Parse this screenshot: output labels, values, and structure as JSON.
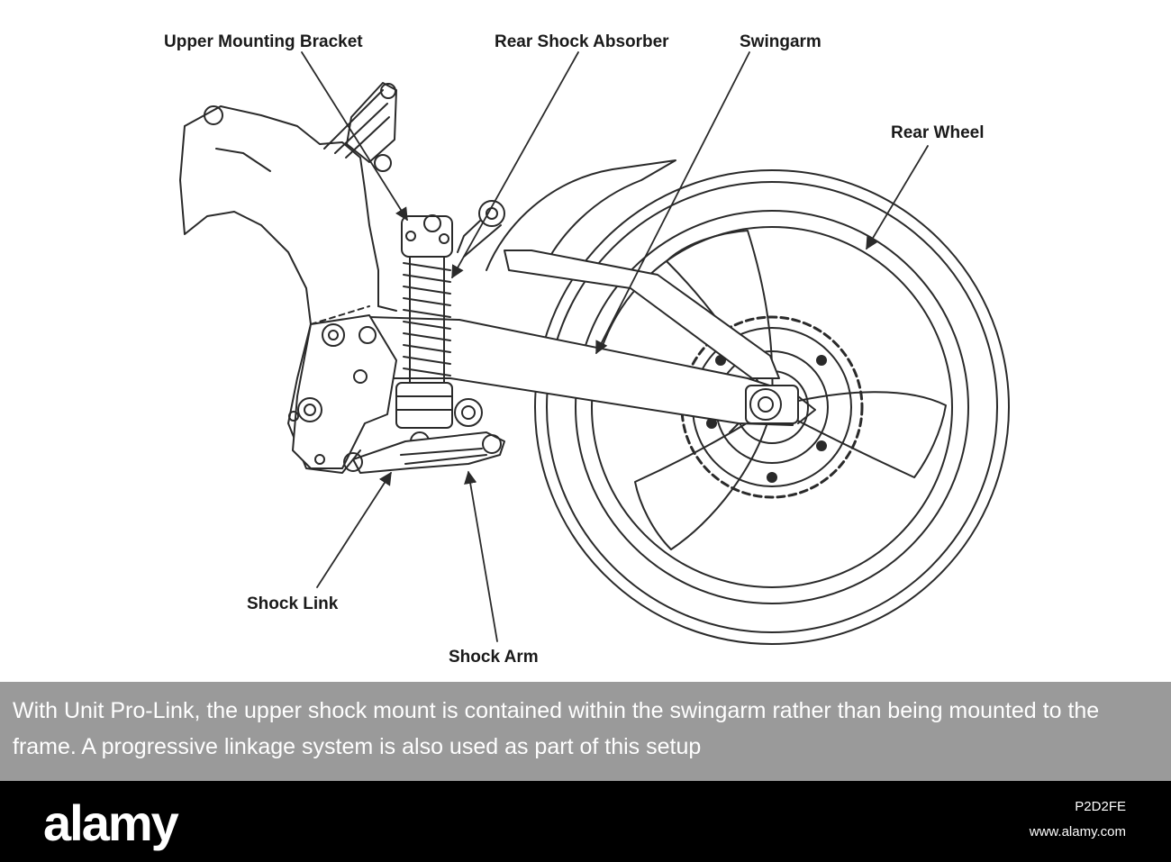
{
  "diagram": {
    "labels": {
      "upper_mounting_bracket": "Upper Mounting Bracket",
      "rear_shock_absorber": "Rear Shock Absorber",
      "swingarm": "Swingarm",
      "rear_wheel": "Rear Wheel",
      "shock_link": "Shock Link",
      "shock_arm": "Shock Arm"
    },
    "line_color": "#2a2a2a"
  },
  "caption": {
    "text": "With Unit Pro-Link, the upper shock mount is contained within the swingarm rather than being mounted to the frame. A progressive linkage system is also used as part of this setup",
    "background": "#9a9a9a"
  },
  "footer": {
    "brand": "alamy",
    "image_id": "P2D2FE",
    "site": "www.alamy.com"
  }
}
